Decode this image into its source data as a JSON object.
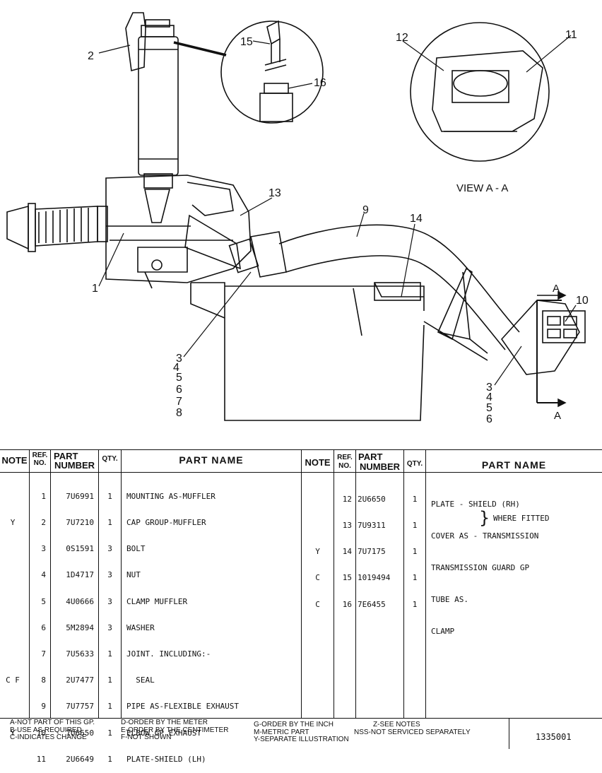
{
  "illustration": {
    "callouts": [
      "1",
      "2",
      "3",
      "4",
      "5",
      "6",
      "7",
      "8",
      "9",
      "10",
      "11",
      "12",
      "13",
      "14",
      "15",
      "16"
    ],
    "right_callouts": [
      "3",
      "4",
      "5",
      "6"
    ],
    "view_label": "VIEW A - A",
    "section_marker": "A"
  },
  "table": {
    "headers": {
      "note": "NOTE",
      "ref_no_a": "REF.",
      "ref_no_b": "NO.",
      "part_number_a": "PART",
      "part_number_b": "NUMBER",
      "qty": "QTY.",
      "part_name": "PART NAME"
    },
    "left_rows": [
      {
        "note": "",
        "ref": "1",
        "part": "7U6991",
        "qty": "1",
        "name": "MOUNTING AS-MUFFLER"
      },
      {
        "note": "Y",
        "ref": "2",
        "part": "7U7210",
        "qty": "1",
        "name": "CAP GROUP-MUFFLER"
      },
      {
        "note": "",
        "ref": "3",
        "part": "0S1591",
        "qty": "3",
        "name": "BOLT"
      },
      {
        "note": "",
        "ref": "4",
        "part": "1D4717",
        "qty": "3",
        "name": "NUT"
      },
      {
        "note": "",
        "ref": "5",
        "part": "4U0666",
        "qty": "3",
        "name": "CLAMP MUFFLER"
      },
      {
        "note": "",
        "ref": "6",
        "part": "5M2894",
        "qty": "3",
        "name": "WASHER"
      },
      {
        "note": "",
        "ref": "7",
        "part": "7U5633",
        "qty": "1",
        "name": "JOINT. INCLUDING:-"
      },
      {
        "note": "C F",
        "ref": "8",
        "part": "2U7477",
        "qty": "1",
        "name": "  SEAL"
      },
      {
        "note": "",
        "ref": "9",
        "part": "7U7757",
        "qty": "1",
        "name": "PIPE AS-FLEXIBLE EXHAUST"
      },
      {
        "note": "Y",
        "ref": "10",
        "part": "7U6650",
        "qty": "1",
        "name": "ELBOW GP EXHAUST"
      },
      {
        "note": "",
        "ref": "11",
        "part": "2U6649",
        "qty": "1",
        "name": "PLATE-SHIELD (LH)"
      }
    ],
    "right_rows": [
      {
        "note": "",
        "ref": "12",
        "part": "2U6650",
        "qty": "1",
        "name": "PLATE - SHIELD (RH)"
      },
      {
        "note": "",
        "ref": "13",
        "part": "7U9311",
        "qty": "1",
        "name": "COVER AS - TRANSMISSION"
      },
      {
        "note": "Y",
        "ref": "14",
        "part": "7U7175",
        "qty": "1",
        "name": "TRANSMISSION GUARD GP"
      },
      {
        "note": "C",
        "ref": "15",
        "part": "1019494",
        "qty": "1",
        "name": "TUBE AS."
      },
      {
        "note": "C",
        "ref": "16",
        "part": "7E6455",
        "qty": "1",
        "name": "CLAMP"
      }
    ],
    "where_fitted": "WHERE FITTED"
  },
  "footer": {
    "codes_col1": [
      "A-NOT PART OF THIS GP.",
      "B-USE AS REQUIRED",
      "C-INDICATES CHANGE"
    ],
    "codes_col2": [
      "D-ORDER BY THE METER",
      "E-ORDER BY THE CENTIMETER",
      "F-NOT SHOWN"
    ],
    "codes_col3": [
      "G-ORDER BY THE INCH",
      "M-METRIC PART",
      "Y-SEPARATE ILLUSTRATION"
    ],
    "codes_col4": [
      "Z-SEE NOTES",
      "NSS-NOT SERVICED SEPARATELY"
    ],
    "document_number": "1335001"
  }
}
